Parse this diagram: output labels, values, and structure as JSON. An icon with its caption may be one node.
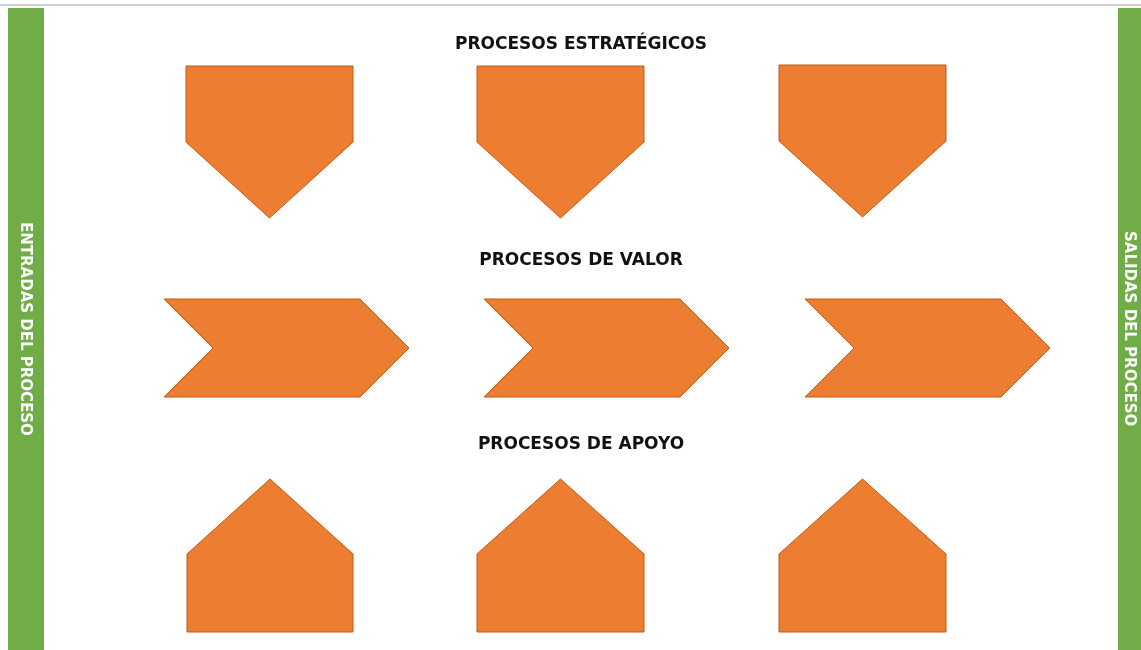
{
  "diagram": {
    "nodes": [
      {
        "text": [
          "ENTRADAS DEL PROCESO"
        ]
      },
      {
        "text": [],
        "shape": "pentagon"
      },
      {
        "text": [],
        "shape": "pentagon"
      },
      {
        "text": [],
        "shape": "pentagon"
      },
      {
        "text": [],
        "shape": "chevron"
      },
      {
        "text": [],
        "shape": "chevron"
      },
      {
        "text": [],
        "shape": "chevron"
      },
      {
        "text": [],
        "shape": "pentagon"
      },
      {
        "text": [],
        "shape": "pentagon"
      },
      {
        "text": [],
        "shape": "pentagon"
      },
      {
        "text": [
          "SALIDAS DEL PROCESO"
        ]
      }
    ],
    "edges": [],
    "labels": [
      "PROCESOS ESTRATÉGICOS",
      "PROCESOS DE VALOR",
      "PROCESOS DE APOYO"
    ]
  }
}
